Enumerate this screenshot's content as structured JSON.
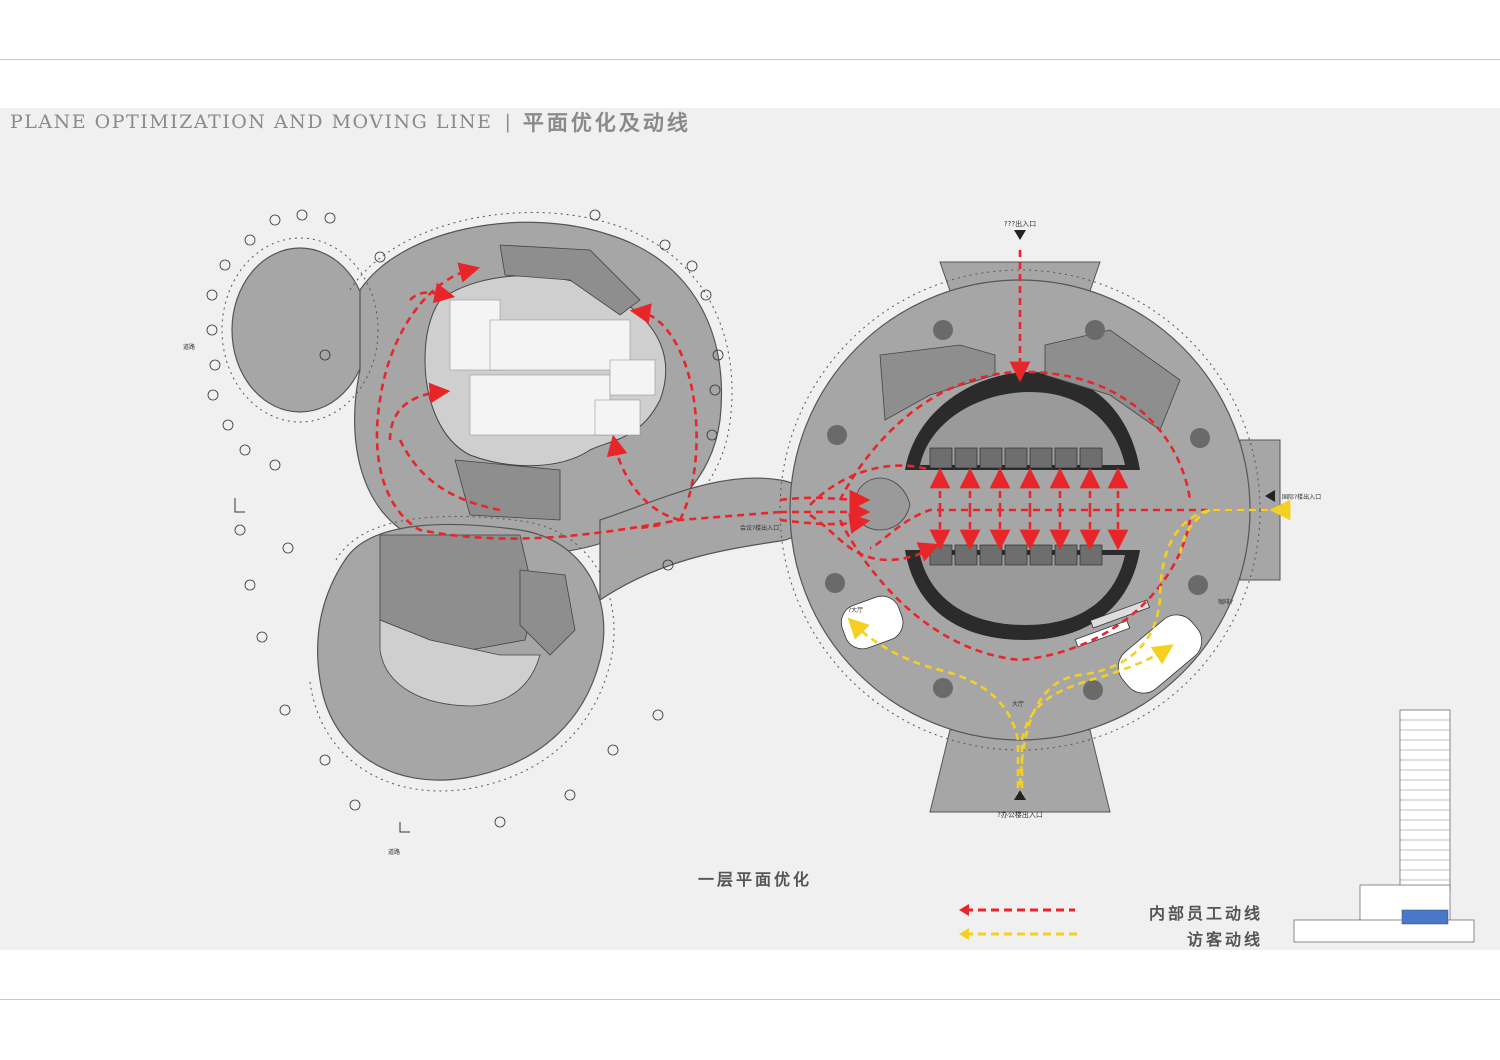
{
  "header": {
    "title_en": "PLANE OPTIMIZATION AND MOVING LINE",
    "separator": "|",
    "title_cn": "平面优化及动线"
  },
  "plan": {
    "caption": "一层平面优化",
    "label_top_entrance": "???出入口",
    "label_bottom_entrance": "?办公楼出入口",
    "label_right_entrance": "国际?楼出入口",
    "label_hall": "大厅",
    "label_lobby": "?大厅",
    "label_main_entrance": "会议?楼出入口",
    "label_cafe": "咖啡?",
    "label_road_left": "道路",
    "label_road_bottom": "道路"
  },
  "legend": {
    "staff": {
      "label": "内部员工动线",
      "color": "#e8262a"
    },
    "visitor": {
      "label": "访客动线",
      "color": "#f5d020"
    }
  },
  "colors": {
    "building_fill": "#a6a6a6",
    "core_fill": "#2b2b2b",
    "room_fill": "#8e8e8e",
    "panel_bg": "#f0f0f0"
  }
}
